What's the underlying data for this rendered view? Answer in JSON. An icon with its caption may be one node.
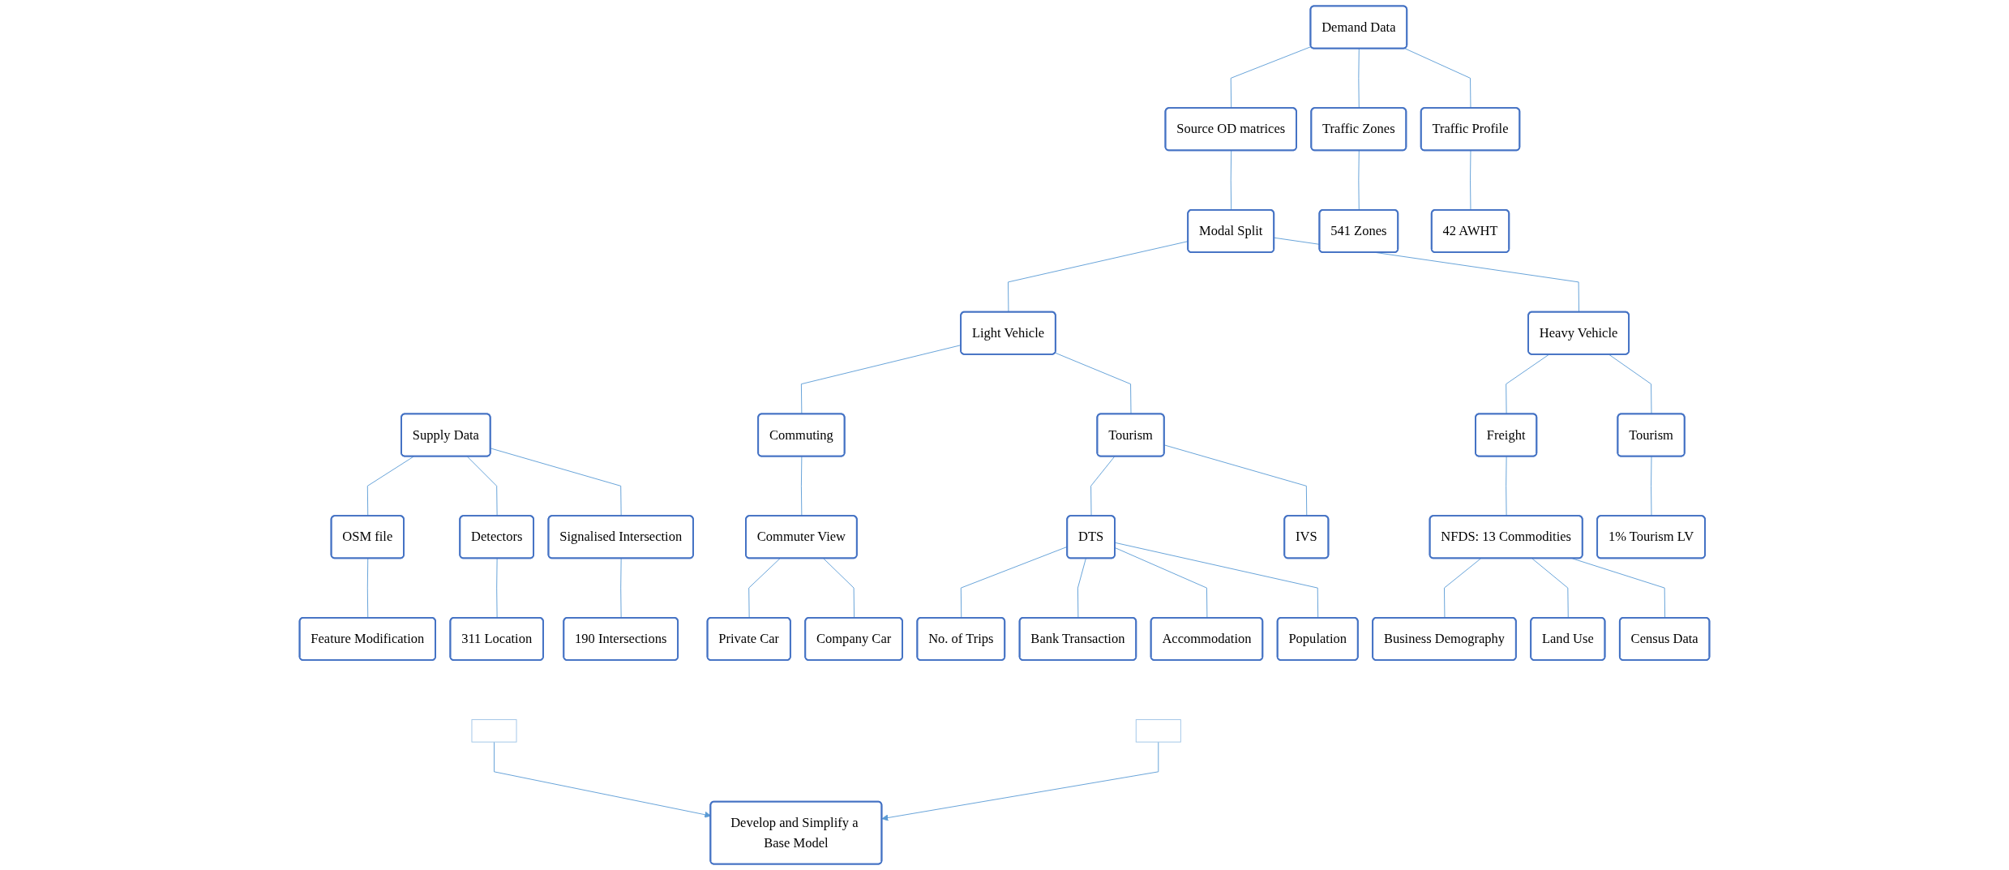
{
  "diagram": {
    "nodes": [
      {
        "text": [
          "Supply Data"
        ]
      },
      {
        "text": [
          "OSM file"
        ]
      },
      {
        "text": [
          "Detectors"
        ]
      },
      {
        "text": [
          "Signalised Intersection"
        ]
      },
      {
        "text": [
          "Feature Modification"
        ]
      },
      {
        "text": [
          "311 Location"
        ]
      },
      {
        "text": [
          "190 Intersections"
        ]
      },
      {
        "text": [
          "Demand Data"
        ]
      },
      {
        "text": [
          "Source OD matrices"
        ]
      },
      {
        "text": [
          "Traffic Zones"
        ]
      },
      {
        "text": [
          "Traffic Profile"
        ]
      },
      {
        "text": [
          "Modal Split"
        ]
      },
      {
        "text": [
          "541 Zones"
        ]
      },
      {
        "text": [
          "42 AWHT"
        ]
      },
      {
        "text": [
          "Light Vehicle"
        ]
      },
      {
        "text": [
          "Heavy Vehicle"
        ]
      },
      {
        "text": [
          "Commuting"
        ]
      },
      {
        "text": [
          "Tourism"
        ]
      },
      {
        "text": [
          "Freight"
        ]
      },
      {
        "text": [
          "Tourism"
        ]
      },
      {
        "text": [
          "Commuter View"
        ]
      },
      {
        "text": [
          "DTS"
        ]
      },
      {
        "text": [
          "IVS"
        ]
      },
      {
        "text": [
          "NFDS: 13 Commodities"
        ]
      },
      {
        "text": [
          "1% Tourism LV"
        ]
      },
      {
        "text": [
          "Private Car"
        ]
      },
      {
        "text": [
          "Company Car"
        ]
      },
      {
        "text": [
          "No. of Trips"
        ]
      },
      {
        "text": [
          "Bank Transaction"
        ]
      },
      {
        "text": [
          "Accommodation"
        ]
      },
      {
        "text": [
          "Population"
        ]
      },
      {
        "text": [
          "Business Demography"
        ]
      },
      {
        "text": [
          "Land Use"
        ]
      },
      {
        "text": [
          "Census Data"
        ]
      },
      {
        "text": [],
        "shape": "bracket"
      },
      {
        "text": [],
        "shape": "bracket"
      },
      {
        "text": [
          "Develop and Simplify a Base Model"
        ]
      }
    ],
    "edges": [
      {
        "from": 0,
        "to": 1,
        "arrow": "none"
      },
      {
        "from": 0,
        "to": 2,
        "arrow": "none"
      },
      {
        "from": 0,
        "to": 3,
        "arrow": "none"
      },
      {
        "from": 1,
        "to": 4,
        "arrow": "none"
      },
      {
        "from": 2,
        "to": 5,
        "arrow": "none"
      },
      {
        "from": 3,
        "to": 6,
        "arrow": "none"
      },
      {
        "from": 7,
        "to": 8,
        "arrow": "none"
      },
      {
        "from": 7,
        "to": 9,
        "arrow": "none"
      },
      {
        "from": 7,
        "to": 10,
        "arrow": "none"
      },
      {
        "from": 8,
        "to": 11,
        "arrow": "none"
      },
      {
        "from": 9,
        "to": 12,
        "arrow": "none"
      },
      {
        "from": 10,
        "to": 13,
        "arrow": "none"
      },
      {
        "from": 11,
        "to": 14,
        "arrow": "none"
      },
      {
        "from": 11,
        "to": 15,
        "arrow": "none"
      },
      {
        "from": 14,
        "to": 16,
        "arrow": "none"
      },
      {
        "from": 14,
        "to": 17,
        "arrow": "none"
      },
      {
        "from": 15,
        "to": 18,
        "arrow": "none"
      },
      {
        "from": 15,
        "to": 19,
        "arrow": "none"
      },
      {
        "from": 16,
        "to": 20,
        "arrow": "none"
      },
      {
        "from": 17,
        "to": 21,
        "arrow": "none"
      },
      {
        "from": 17,
        "to": 22,
        "arrow": "none"
      },
      {
        "from": 18,
        "to": 23,
        "arrow": "none"
      },
      {
        "from": 19,
        "to": 24,
        "arrow": "none"
      },
      {
        "from": 20,
        "to": 25,
        "arrow": "none"
      },
      {
        "from": 20,
        "to": 26,
        "arrow": "none"
      },
      {
        "from": 21,
        "to": 27,
        "arrow": "none"
      },
      {
        "from": 21,
        "to": 28,
        "arrow": "none"
      },
      {
        "from": 21,
        "to": 29,
        "arrow": "none"
      },
      {
        "from": 21,
        "to": 30,
        "arrow": "none"
      },
      {
        "from": 23,
        "to": 31,
        "arrow": "none"
      },
      {
        "from": 23,
        "to": 32,
        "arrow": "none"
      },
      {
        "from": 23,
        "to": 33,
        "arrow": "none"
      },
      {
        "from": 34,
        "to": 36,
        "arrow": "to"
      },
      {
        "from": 35,
        "to": 36,
        "arrow": "to"
      }
    ]
  }
}
